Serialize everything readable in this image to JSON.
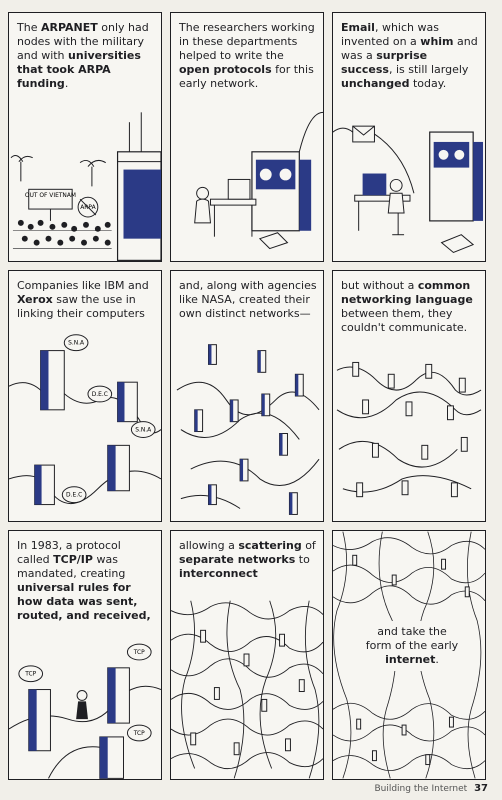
{
  "panels": [
    {
      "parts": [
        {
          "t": "The "
        },
        {
          "t": "ARPANET",
          "b": true
        },
        {
          "t": " only had nodes with the military and with "
        },
        {
          "t": "universities that took ARPA funding",
          "b": true
        },
        {
          "t": "."
        }
      ]
    },
    {
      "parts": [
        {
          "t": "The researchers working in these departments helped to write the "
        },
        {
          "t": "open protocols",
          "b": true
        },
        {
          "t": " for this early network."
        }
      ]
    },
    {
      "parts": [
        {
          "t": "Email",
          "b": true
        },
        {
          "t": ", which was invented on a "
        },
        {
          "t": "whim",
          "b": true
        },
        {
          "t": " and was a "
        },
        {
          "t": "surprise success",
          "b": true
        },
        {
          "t": ", is still largely "
        },
        {
          "t": "unchanged",
          "b": true
        },
        {
          "t": " today."
        }
      ]
    },
    {
      "parts": [
        {
          "t": "Companies like "
        },
        {
          "t": "IBM",
          "b": false
        },
        {
          "t": " and "
        },
        {
          "t": "Xerox",
          "b": true
        },
        {
          "t": " saw the use in linking their computers"
        }
      ]
    },
    {
      "parts": [
        {
          "t": "and, along with agencies like NASA, created their own distinct networks—"
        }
      ]
    },
    {
      "parts": [
        {
          "t": "but without a "
        },
        {
          "t": "common networking language",
          "b": true
        },
        {
          "t": " between them, they couldn't communicate."
        }
      ]
    },
    {
      "parts": [
        {
          "t": "In 1983, a protocol called "
        },
        {
          "t": "TCP/IP",
          "b": true
        },
        {
          "t": " was mandated, creating "
        },
        {
          "t": "universal rules",
          "b": true
        },
        {
          "t": " for how data was sent, routed, and received,",
          "b": true
        }
      ]
    },
    {
      "parts": [
        {
          "t": "allowing a "
        },
        {
          "t": "scattering",
          "b": true
        },
        {
          "t": " of "
        },
        {
          "t": "separate networks",
          "b": true
        },
        {
          "t": " to "
        },
        {
          "t": "interconnect",
          "b": true
        }
      ]
    },
    {
      "parts": [
        {
          "t": "and take the form of the early "
        },
        {
          "t": "internet",
          "b": true
        },
        {
          "t": "."
        }
      ]
    }
  ],
  "signs": {
    "protest_sign": "OUT OF VIETNAM",
    "arpa_tag": "ARPA",
    "sna_1": "S.N.A",
    "dec_1": "D.E.C",
    "sna_2": "S.N.A",
    "dec_2": "D.E.C",
    "tcp_1": "TCP",
    "tcp_2": "TCP",
    "tcp_3": "TCP"
  },
  "footer": {
    "chapter": "Building the Internet",
    "page_number": "37"
  },
  "colors": {
    "ink": "#1f1f23",
    "accent_blue": "#2b3a86",
    "paper": "#f7f6f2"
  }
}
